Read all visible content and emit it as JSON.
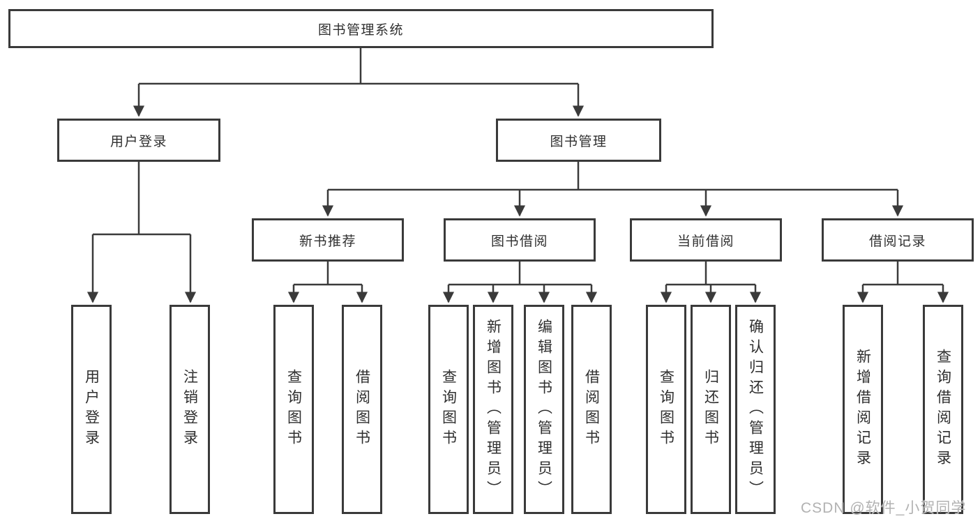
{
  "diagram_title": "图书管理系统",
  "nodes": {
    "root": {
      "label": "图书管理系统"
    },
    "user_login": {
      "label": "用户登录"
    },
    "book_management": {
      "label": "图书管理"
    },
    "new_book_recommend": {
      "label": "新书推荐"
    },
    "book_borrowing": {
      "label": "图书借阅"
    },
    "current_borrowing": {
      "label": "当前借阅"
    },
    "borrowing_records": {
      "label": "借阅记录"
    }
  },
  "leaves": [
    {
      "label": "用户登录"
    },
    {
      "label": "注销登录"
    },
    {
      "label": "查询图书"
    },
    {
      "label": "借阅图书"
    },
    {
      "label": "查询图书"
    },
    {
      "label": "新增图书（管理员）"
    },
    {
      "label": "编辑图书（管理员）"
    },
    {
      "label": "借阅图书"
    },
    {
      "label": "查询图书"
    },
    {
      "label": "归还图书"
    },
    {
      "label": "确认归还（管理员）"
    },
    {
      "label": "新增借阅记录"
    },
    {
      "label": "查询借阅记录"
    }
  ],
  "watermark": "CSDN @软件_小贺同学",
  "colors": {
    "line": "#3a3a3a",
    "text": "#2f2f2f",
    "node_background": "#ffffff",
    "watermark": "#b2b2b2"
  }
}
